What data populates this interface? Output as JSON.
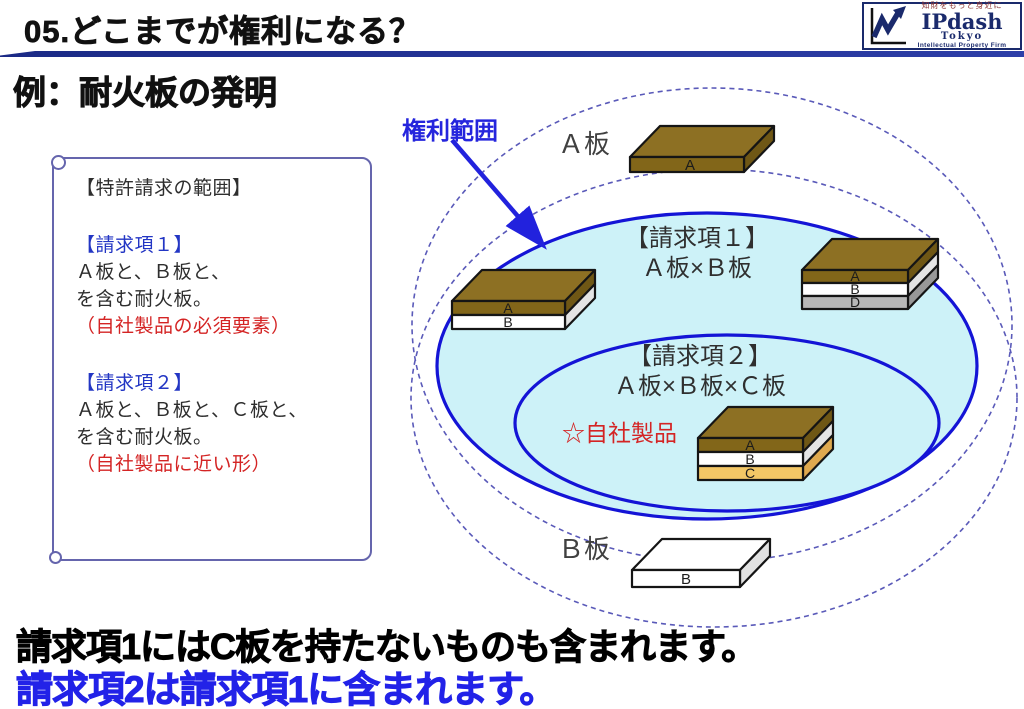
{
  "header": {
    "title": "05.どこまでが権利になる？",
    "subtitle": "例：耐火板の発明"
  },
  "logo": {
    "tagline": "知財をもっと身近に",
    "name": "IPdash",
    "city": "Tokyo",
    "descriptor": "Intellectual Property Firm"
  },
  "claims_box": {
    "title": "【特許請求の範囲】",
    "claim1": {
      "header": "【請求項１】",
      "body1": "Ａ板と、Ｂ板と、",
      "body2": "を含む耐火板。",
      "note": "（自社製品の必須要素）"
    },
    "claim2": {
      "header": "【請求項２】",
      "body1": "Ａ板と、Ｂ板と、Ｃ板と、",
      "body2": "を含む耐火板。",
      "note": "（自社製品に近い形）"
    }
  },
  "diagram": {
    "scope_label": "権利範囲",
    "a_board_label": "Ａ板",
    "b_board_label": "Ｂ板",
    "claim1_title": "【請求項１】",
    "claim1_formula": "Ａ板×Ｂ板",
    "claim2_title": "【請求項２】",
    "claim2_formula": "Ａ板×Ｂ板×Ｃ板",
    "own_product_label": "☆自社製品",
    "boards": {
      "single_a": [
        "A"
      ],
      "stack_ab": [
        "A",
        "B"
      ],
      "stack_abd": [
        "A",
        "B",
        "D"
      ],
      "stack_abc": [
        "A",
        "B",
        "C"
      ],
      "single_b": [
        "B"
      ]
    }
  },
  "footer": {
    "line1": "請求項1にはC板を持たないものも含まれます。",
    "line2": "請求項2は請求項1に含まれます。"
  },
  "colors": {
    "claim_ellipse_stroke": "#1414d6",
    "claim_fill_cyan": "#cdf2f8",
    "dashed_ellipse": "#5a5ab9",
    "scope_arrow_blue": "#2222dd",
    "note_red": "#d42424",
    "logo_navy": "#1a2a6c",
    "footer_blue": "#2222e8",
    "board_brown": "#8d7023",
    "board_gold": "#f3c766",
    "board_gray": "#b8b8b8"
  }
}
